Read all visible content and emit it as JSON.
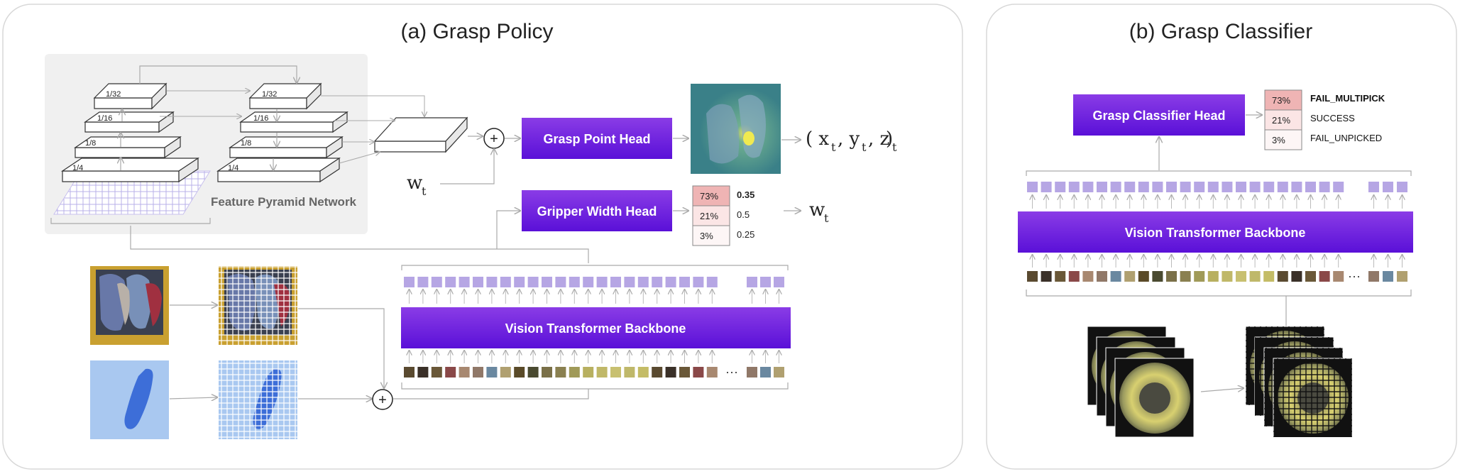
{
  "panel_a": {
    "title": "(a)  Grasp Policy",
    "fpn_label": "Feature Pyramid Network",
    "pyramid_levels": [
      "1/32",
      "1/16",
      "1/8",
      "1/4"
    ],
    "grasp_point_head": "Grasp Point Head",
    "gripper_width_head": "Gripper Width Head",
    "vit_backbone": "Vision Transformer Backbone",
    "ellipsis": "···",
    "plus": "+",
    "width_input": {
      "symbol": "w",
      "sub": "t"
    },
    "grasp_output": {
      "open": "( x",
      "x_sub": "t",
      "sep1": ", y",
      "y_sub": "t",
      "sep2": ", z",
      "z_sub": "t",
      "close": ")"
    },
    "width_output": {
      "symbol": "w",
      "sub": "t"
    },
    "width_probs": [
      {
        "pct": "73%",
        "value": "0.35",
        "bold": true,
        "color": "#efb4b4"
      },
      {
        "pct": "21%",
        "value": "0.5",
        "bold": false,
        "color": "#fbe5e5"
      },
      {
        "pct": "3%",
        "value": "0.25",
        "bold": false,
        "color": "#fdf6f6"
      }
    ]
  },
  "panel_b": {
    "title": "(b)  Grasp Classifier",
    "classifier_head": "Grasp Classifier Head",
    "vit_backbone": "Vision Transformer Backbone",
    "ellipsis": "···",
    "class_probs": [
      {
        "pct": "73%",
        "label": "FAIL_MULTIPICK",
        "bold": true,
        "color": "#efb4b4"
      },
      {
        "pct": "21%",
        "label": "SUCCESS",
        "bold": false,
        "color": "#fbe5e5"
      },
      {
        "pct": "3%",
        "label": "FAIL_UNPICKED",
        "bold": false,
        "color": "#fdf6f6"
      }
    ]
  },
  "colors": {
    "head_gradient_start": "#7a2fe0",
    "head_gradient_end": "#5a10d8",
    "token": "#b6a6e4",
    "fpn_background": "#f0f0f0",
    "mask_blue": "#a9c8f0",
    "mask_shape": "#3d6ed8"
  },
  "icons": {
    "plus": "plus-circle-icon",
    "arrow": "arrow-icon"
  }
}
